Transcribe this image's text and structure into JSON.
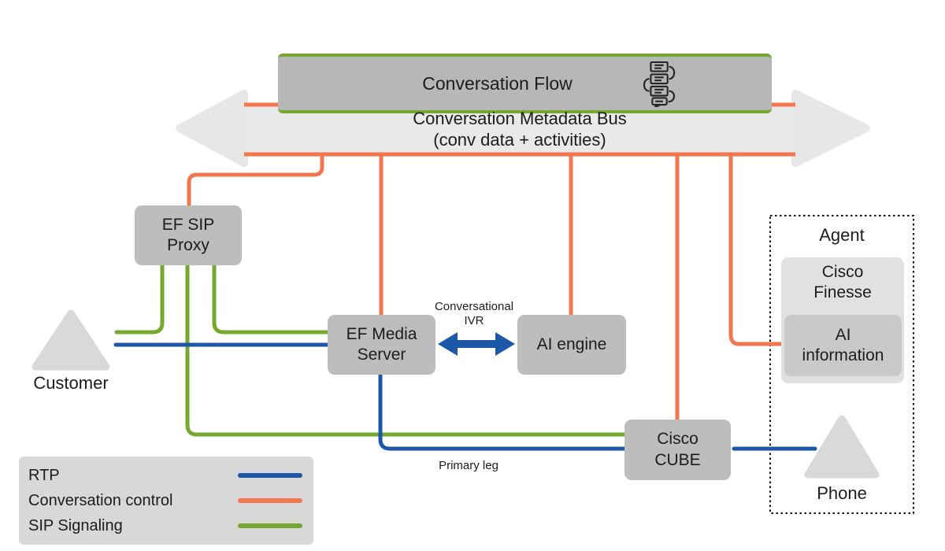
{
  "conversation_flow": {
    "label": "Conversation Flow"
  },
  "bus": {
    "line1": "Conversation Metadata Bus",
    "line2": "(conv data + activities)"
  },
  "nodes": {
    "ef_sip_proxy": {
      "label": "EF SIP\nProxy"
    },
    "ef_media_server": {
      "label": "EF Media\nServer"
    },
    "ai_engine": {
      "label": "AI engine"
    },
    "cisco_cube": {
      "label": "Cisco\nCUBE"
    },
    "cisco_finesse": {
      "label": "Cisco\nFinesse"
    },
    "ai_information": {
      "label": "AI\ninformation"
    },
    "customer": {
      "label": "Customer"
    },
    "phone": {
      "label": "Phone"
    },
    "agent": {
      "label": "Agent"
    }
  },
  "annotations": {
    "conversational_ivr": "Conversational\nIVR",
    "primary_leg": "Primary leg"
  },
  "legend": {
    "items": [
      {
        "label": "RTP",
        "color": "#1D57A8"
      },
      {
        "label": "Conversation control",
        "color": "#F4764E"
      },
      {
        "label": "SIP Signaling",
        "color": "#76A72E"
      }
    ]
  },
  "colors": {
    "rtp_blue": "#1D57A8",
    "conversation_control_orange": "#F4764E",
    "sip_signaling_green": "#76A72E",
    "node_gray": "#bdbdbd",
    "bus_gray": "#e9e9e9",
    "triangle_gray": "#d9d9d9"
  }
}
